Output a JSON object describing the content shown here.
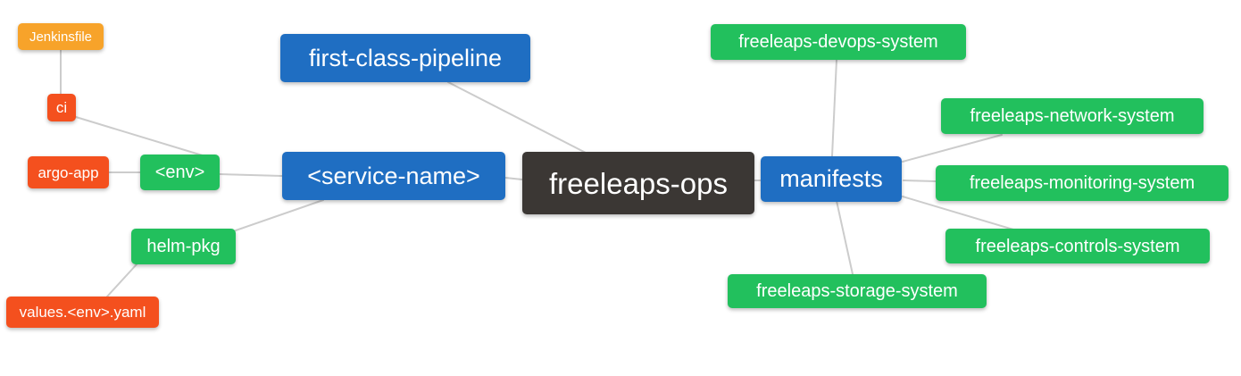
{
  "palette": {
    "root_node": "#3b3734",
    "branch_node": "#1f6ec2",
    "leaf_green": "#22c05d",
    "leaf_red": "#f4501e",
    "leaf_orange": "#f7a32a",
    "edge": "#cccccc",
    "text": "#ffffff",
    "background": "#ffffff"
  },
  "mindmap": {
    "nodes": [
      {
        "id": "freeleaps-ops",
        "label": "freeleaps-ops",
        "depth": 0,
        "color": "#3b3734"
      },
      {
        "id": "first-class-pipeline",
        "label": "first-class-pipeline",
        "depth": 1,
        "color": "#1f6ec2"
      },
      {
        "id": "service-name",
        "label": "<service-name>",
        "depth": 1,
        "color": "#1f6ec2"
      },
      {
        "id": "manifests",
        "label": "manifests",
        "depth": 1,
        "color": "#1f6ec2"
      },
      {
        "id": "env",
        "label": "<env>",
        "depth": 2,
        "color": "#22c05d"
      },
      {
        "id": "helm-pkg",
        "label": "helm-pkg",
        "depth": 2,
        "color": "#22c05d"
      },
      {
        "id": "ci",
        "label": "ci",
        "depth": 3,
        "color": "#f4501e"
      },
      {
        "id": "argo-app",
        "label": "argo-app",
        "depth": 3,
        "color": "#f4501e"
      },
      {
        "id": "jenkinsfile",
        "label": "Jenkinsfile",
        "depth": 4,
        "color": "#f7a32a"
      },
      {
        "id": "values-env-yaml",
        "label": "values.<env>.yaml",
        "depth": 3,
        "color": "#f4501e"
      },
      {
        "id": "freeleaps-devops-system",
        "label": "freeleaps-devops-system",
        "depth": 2,
        "color": "#22c05d"
      },
      {
        "id": "freeleaps-network-system",
        "label": "freeleaps-network-system",
        "depth": 2,
        "color": "#22c05d"
      },
      {
        "id": "freeleaps-monitoring-system",
        "label": "freeleaps-monitoring-system",
        "depth": 2,
        "color": "#22c05d"
      },
      {
        "id": "freeleaps-controls-system",
        "label": "freeleaps-controls-system",
        "depth": 2,
        "color": "#22c05d"
      },
      {
        "id": "freeleaps-storage-system",
        "label": "freeleaps-storage-system",
        "depth": 2,
        "color": "#22c05d"
      }
    ],
    "edges": [
      {
        "from": "freeleaps-ops",
        "to": "first-class-pipeline"
      },
      {
        "from": "freeleaps-ops",
        "to": "service-name"
      },
      {
        "from": "freeleaps-ops",
        "to": "manifests"
      },
      {
        "from": "service-name",
        "to": "env"
      },
      {
        "from": "service-name",
        "to": "helm-pkg"
      },
      {
        "from": "env",
        "to": "ci"
      },
      {
        "from": "env",
        "to": "argo-app"
      },
      {
        "from": "ci",
        "to": "jenkinsfile"
      },
      {
        "from": "helm-pkg",
        "to": "values-env-yaml"
      },
      {
        "from": "manifests",
        "to": "freeleaps-devops-system"
      },
      {
        "from": "manifests",
        "to": "freeleaps-network-system"
      },
      {
        "from": "manifests",
        "to": "freeleaps-monitoring-system"
      },
      {
        "from": "manifests",
        "to": "freeleaps-controls-system"
      },
      {
        "from": "manifests",
        "to": "freeleaps-storage-system"
      }
    ]
  }
}
